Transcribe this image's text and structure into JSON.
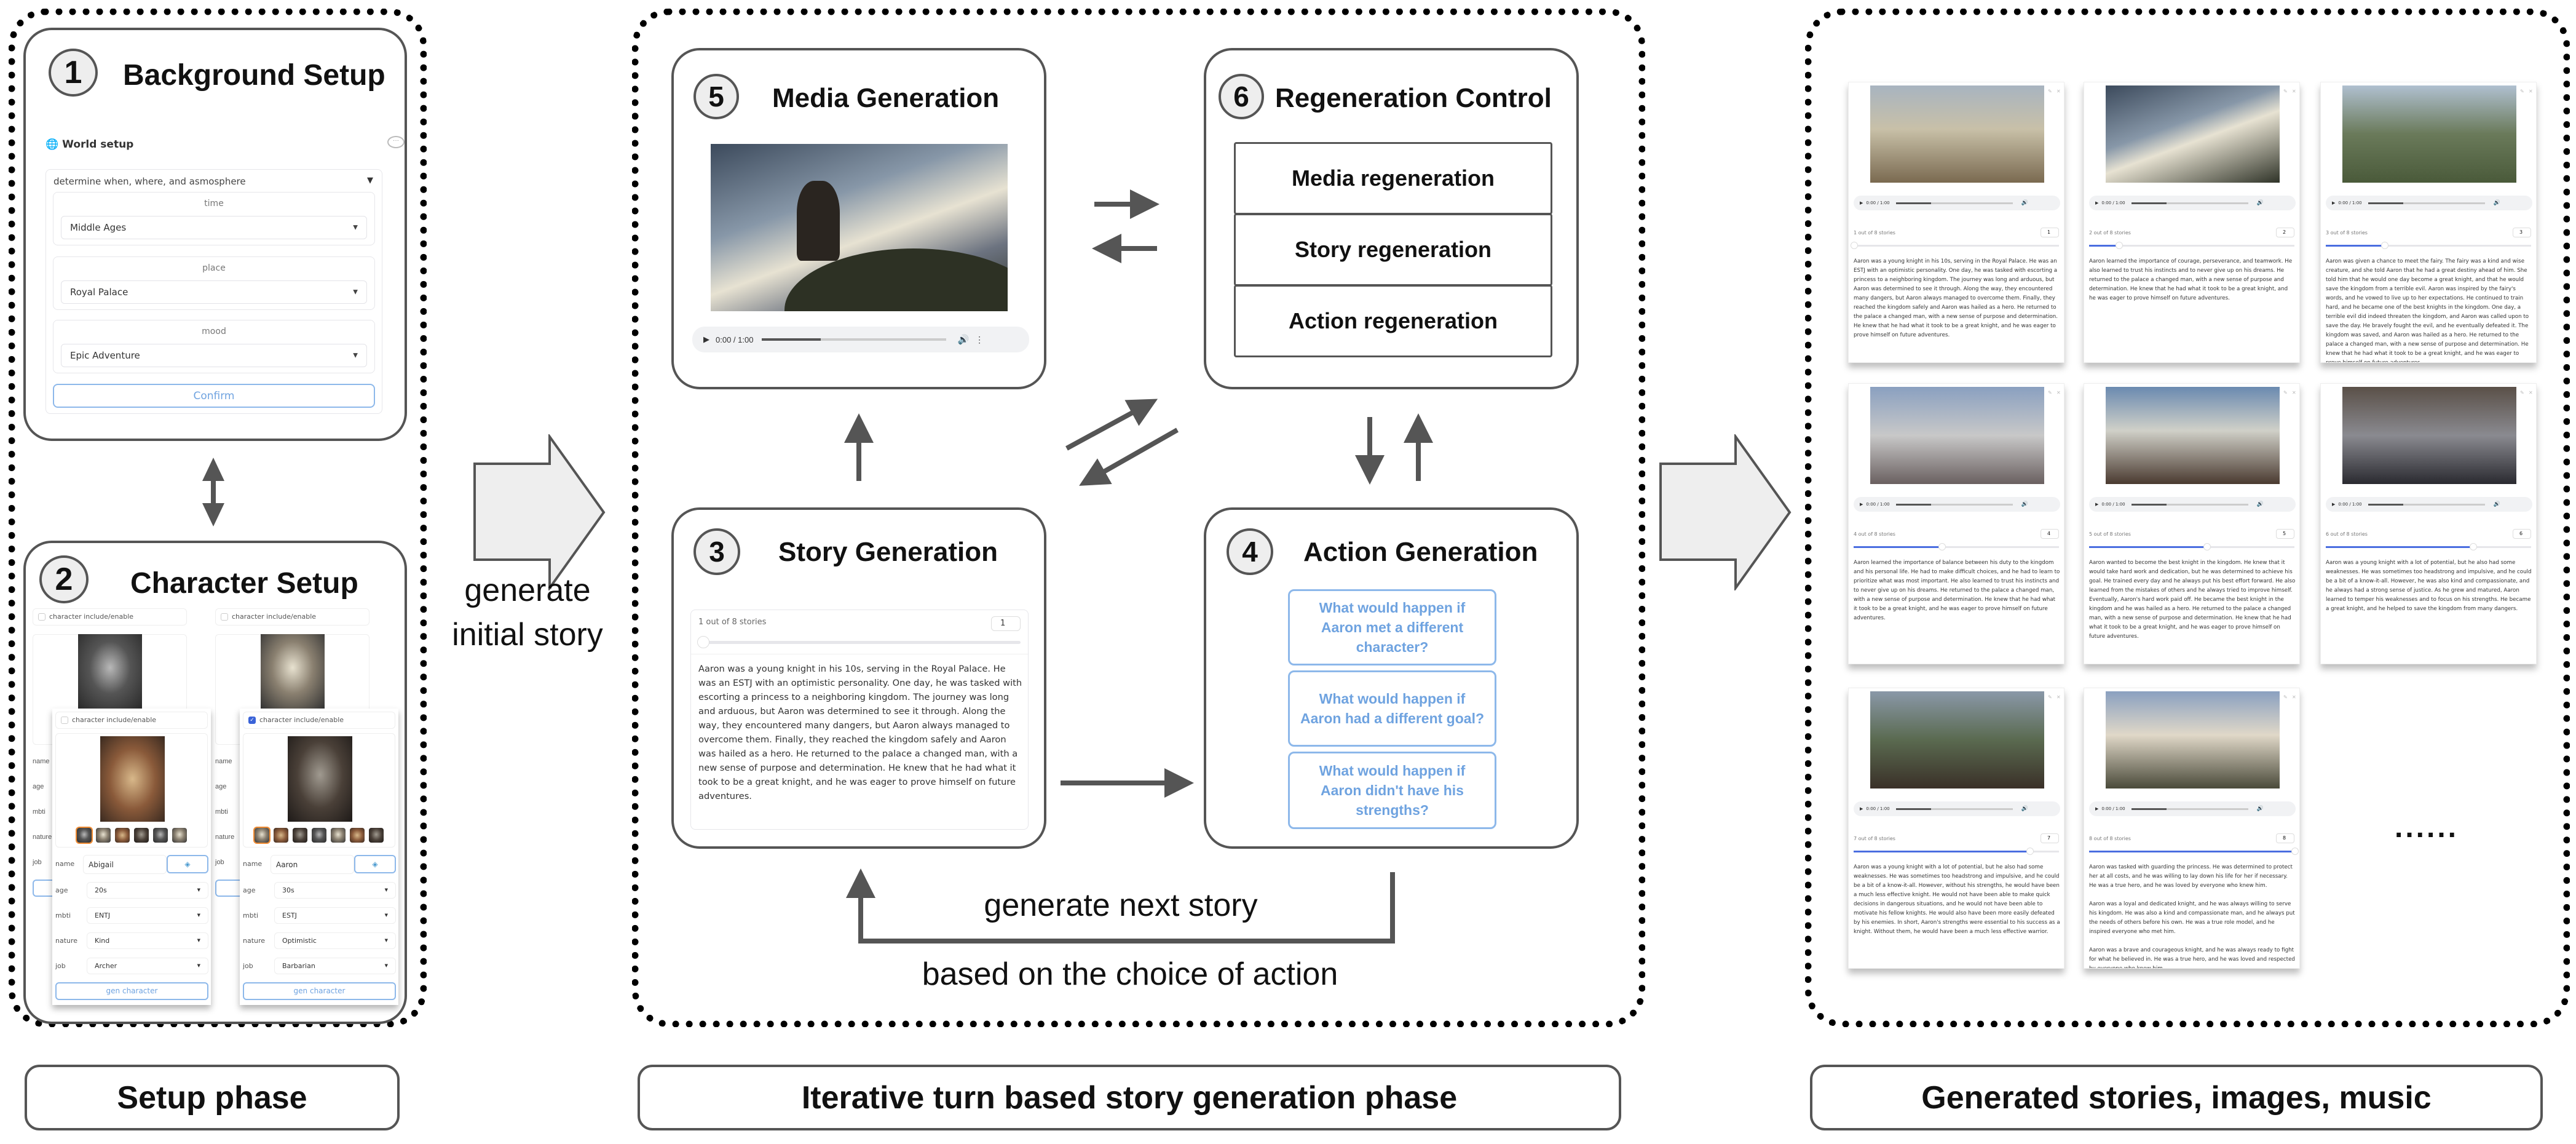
{
  "setup": {
    "phase_label": "Setup phase",
    "background": {
      "step": "1",
      "title": "Background Setup",
      "world_setup": "World setup",
      "collapse_label": "determine when, where, and asmosphere",
      "fields": [
        {
          "label": "time",
          "value": "Middle Ages"
        },
        {
          "label": "place",
          "value": "Royal Palace"
        },
        {
          "label": "mood",
          "value": "Epic Adventure"
        }
      ],
      "confirm": "Confirm"
    },
    "character": {
      "step": "2",
      "title": "Character Setup",
      "checkbox_label": "character include/enable",
      "row_labels": [
        "name",
        "age",
        "mbti",
        "nature",
        "job"
      ],
      "gen_button": "gen character",
      "front_cards": [
        {
          "checked": false,
          "name": "Abigail",
          "age": "20s",
          "mbti": "ENTJ",
          "nature": "Kind",
          "job": "Archer",
          "thumbs": 6
        },
        {
          "checked": true,
          "name": "Aaron",
          "age": "30s",
          "mbti": "ESTJ",
          "nature": "Optimistic",
          "job": "Barbarian",
          "thumbs": 7
        }
      ]
    },
    "transition": {
      "line1": "generate",
      "line2": "initial story"
    }
  },
  "iteration": {
    "phase_label": "Iterative turn based story generation phase",
    "media": {
      "step": "5",
      "title": "Media Generation",
      "audio_time": "0:00 / 1:00"
    },
    "regen": {
      "step": "6",
      "title": "Regeneration Control",
      "buttons": [
        "Media regeneration",
        "Story regeneration",
        "Action regeneration"
      ]
    },
    "story": {
      "step": "3",
      "title": "Story Generation",
      "counter": "1 out of 8 stories",
      "index": "1",
      "text": "Aaron was a young knight in his 10s, serving in the Royal Palace. He was an ESTJ with an optimistic personality. One day, he was tasked with escorting a princess to a neighboring kingdom. The journey was long and arduous, but Aaron was determined to see it through. Along the way, they encountered many dangers, but Aaron always managed to overcome them. Finally, they reached the kingdom safely and Aaron was hailed as a hero. He returned to the palace a changed man, with a new sense of purpose and determination. He knew that he had what it took to be a great knight, and he was eager to prove himself on future adventures."
    },
    "action": {
      "step": "4",
      "title": "Action Generation",
      "options": [
        "What would happen if Aaron met a different character?",
        "What would happen if Aaron had a different goal?",
        "What would happen if Aaron didn't have his strengths?"
      ]
    },
    "loop": {
      "line1": "generate next story",
      "line2": "based on the choice of action"
    }
  },
  "results": {
    "phase_label": "Generated stories, images, music",
    "audio_time": "0:00 / 1:00",
    "ellipsis": "......",
    "total": 8,
    "cards": [
      {
        "counter": "1 out of 8 stories",
        "index": 1,
        "text": "Aaron was a young knight in his 10s, serving in the Royal Palace. He was an ESTJ with an optimistic personality. One day, he was tasked with escorting a princess to a neighboring kingdom. The journey was long and arduous, but Aaron was determined to see it through. Along the way, they encountered many dangers, but Aaron always managed to overcome them. Finally, they reached the kingdom safely and Aaron was hailed as a hero. He returned to the palace a changed man, with a new sense of purpose and determination. He knew that he had what it took to be a great knight, and he was eager to prove himself on future adventures."
      },
      {
        "counter": "2 out of 8 stories",
        "index": 2,
        "text": "Aaron learned the importance of courage, perseverance, and teamwork. He also learned to trust his instincts and to never give up on his dreams. He returned to the palace a changed man, with a new sense of purpose and determination. He knew that he had what it took to be a great knight, and he was eager to prove himself on future adventures."
      },
      {
        "counter": "3 out of 8 stories",
        "index": 3,
        "text": "Aaron was given a chance to meet the fairy. The fairy was a kind and wise creature, and she told Aaron that he had a great destiny ahead of him. She told him that he would one day become a great knight, and that he would save the kingdom from a terrible evil. Aaron was inspired by the fairy's words, and he vowed to live up to her expectations. He continued to train hard, and he became one of the best knights in the kingdom. One day, a terrible evil did indeed threaten the kingdom, and Aaron was called upon to save the day. He bravely fought the evil, and he eventually defeated it. The kingdom was saved, and Aaron was hailed as a hero. He returned to the palace a changed man, with a new sense of purpose and determination. He knew that he had what it took to be a great knight, and he was eager to prove himself on future adventures."
      },
      {
        "counter": "4 out of 8 stories",
        "index": 4,
        "text": "Aaron learned the importance of balance between his duty to the kingdom and his personal life. He had to make difficult choices, and he had to learn to prioritize what was most important. He also learned to trust his instincts and to never give up on his dreams. He returned to the palace a changed man, with a new sense of purpose and determination. He knew that he had what it took to be a great knight, and he was eager to prove himself on future adventures."
      },
      {
        "counter": "5 out of 8 stories",
        "index": 5,
        "text": "Aaron wanted to become the best knight in the kingdom. He knew that it would take hard work and dedication, but he was determined to achieve his goal. He trained every day and he always put his best effort forward. He also learned from the mistakes of others and he always tried to improve himself. Eventually, Aaron's hard work paid off. He became the best knight in the kingdom and he was hailed as a hero. He returned to the palace a changed man, with a new sense of purpose and determination. He knew that he had what it took to be a great knight, and he was eager to prove himself on future adventures."
      },
      {
        "counter": "6 out of 8 stories",
        "index": 6,
        "text": "Aaron was a young knight with a lot of potential, but he also had some weaknesses. He was sometimes too headstrong and impulsive, and he could be a bit of a know-it-all. However, he was also kind and compassionate, and he always had a strong sense of justice. As he grew and matured, Aaron learned to temper his weaknesses and to focus on his strengths. He became a great knight, and he helped to save the kingdom from many dangers."
      },
      {
        "counter": "7 out of 8 stories",
        "index": 7,
        "text": "Aaron was a young knight with a lot of potential, but he also had some weaknesses. He was sometimes too headstrong and impulsive, and he could be a bit of a know-it-all. However, without his strengths, he would have been a much less effective knight. He would not have been able to make quick decisions in dangerous situations, and he would not have been able to motivate his fellow knights. He would also have been more easily defeated by his enemies. In short, Aaron's strengths were essential to his success as a knight. Without them, he would have been a much less effective warrior."
      },
      {
        "counter": "8 out of 8 stories",
        "index": 8,
        "text": "Aaron was tasked with guarding the princess. He was determined to protect her at all costs, and he was willing to lay down his life for her if necessary. He was a true hero, and he was loved by everyone who knew him.\n\nAaron was a loyal and dedicated knight, and he was always willing to serve his kingdom. He was also a kind and compassionate man, and he always put the needs of others before his own. He was a true role model, and he inspired everyone who met him.\n\nAaron was a brave and courageous knight, and he was always ready to fight for what he believed in. He was a true hero, and he was loved and respected by everyone who knew him."
      }
    ]
  },
  "colors": {
    "accent_blue": "#6fa3e0",
    "slider_blue": "#4a6ee0",
    "border_gray": "#555555",
    "arrow_fill": "#eeeeee"
  }
}
